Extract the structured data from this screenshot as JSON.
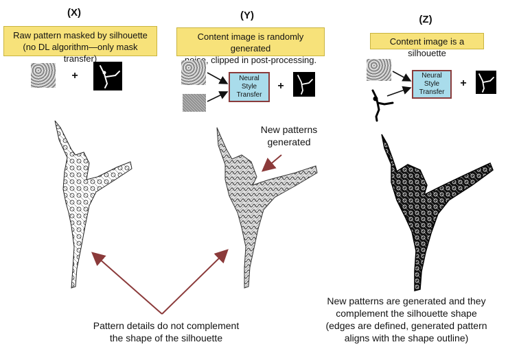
{
  "columns": [
    {
      "id": "X",
      "label": "(X)",
      "description": "Raw pattern masked by silhouette\n(no DL algorithm—only mask transfer)"
    },
    {
      "id": "Y",
      "label": "(Y)",
      "description": "Content image is randomly generated\nnoise, clipped in post-processing."
    },
    {
      "id": "Z",
      "label": "(Z)",
      "description": "Content image is a silhouette"
    }
  ],
  "plus_sign": "+",
  "nst_label": "Neural\nStyle\nTransfer",
  "annotations": {
    "new_patterns": "New patterns\ngenerated",
    "pattern_details": "Pattern details do not complement\nthe shape of the silhouette",
    "z_caption": "New patterns are generated and they\ncomplement the silhouette shape\n(edges are defined, generated pattern\naligns with the shape outline)"
  },
  "colors": {
    "arrow_red": "#8b3a3a",
    "callout_yellow": "#f7e27a",
    "nst_blue": "#a9dceb"
  }
}
